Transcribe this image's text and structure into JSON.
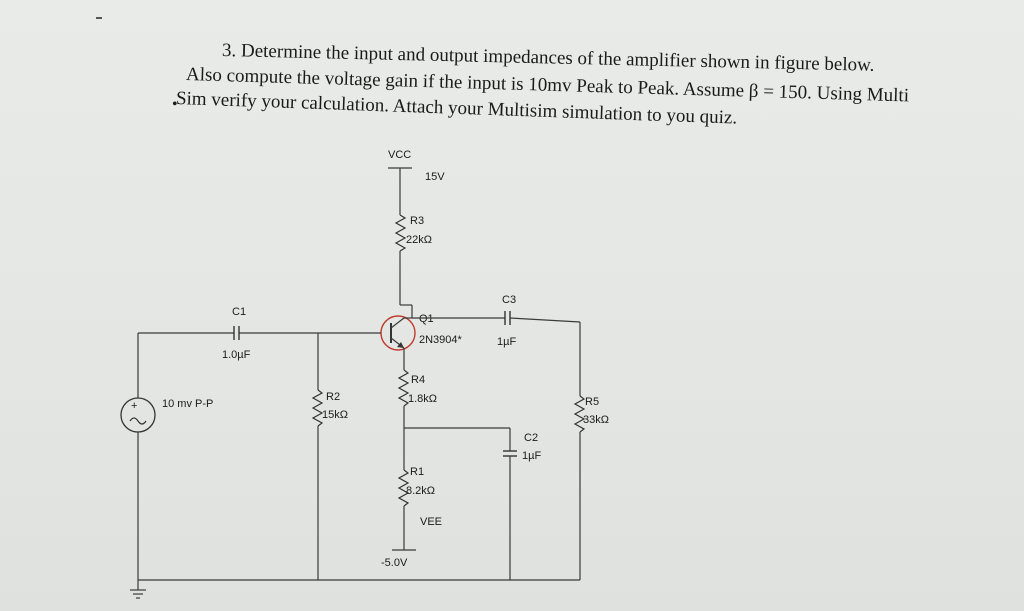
{
  "question": {
    "line1": "3.   Determine the input and output impedances of the amplifier shown in figure below.",
    "line2": "Also compute the voltage gain if the input is 10mv Peak to Peak. Assume β = 150. Using Multi",
    "line3": "Sim verify your calculation. Attach your Multisim simulation to you quiz."
  },
  "circuit": {
    "vcc_label": "VCC",
    "vcc_value": "15V",
    "r3_name": "R3",
    "r3_value": "22kΩ",
    "c3_name": "C3",
    "c3_value": "1µF",
    "q1_name": "Q1",
    "q1_model": "2N3904*",
    "c1_name": "C1",
    "c1_value": "1.0µF",
    "r4_name": "R4",
    "r4_value": "1.8kΩ",
    "source_value": "10 mv P-P",
    "r2_name": "R2",
    "r2_value": "15kΩ",
    "r5_name": "R5",
    "r5_value": "33kΩ",
    "c2_name": "C2",
    "c2_value": "1µF",
    "r1_name": "R1",
    "r1_value": "8.2kΩ",
    "vee_label": "VEE",
    "vee_value": "-5.0V"
  }
}
